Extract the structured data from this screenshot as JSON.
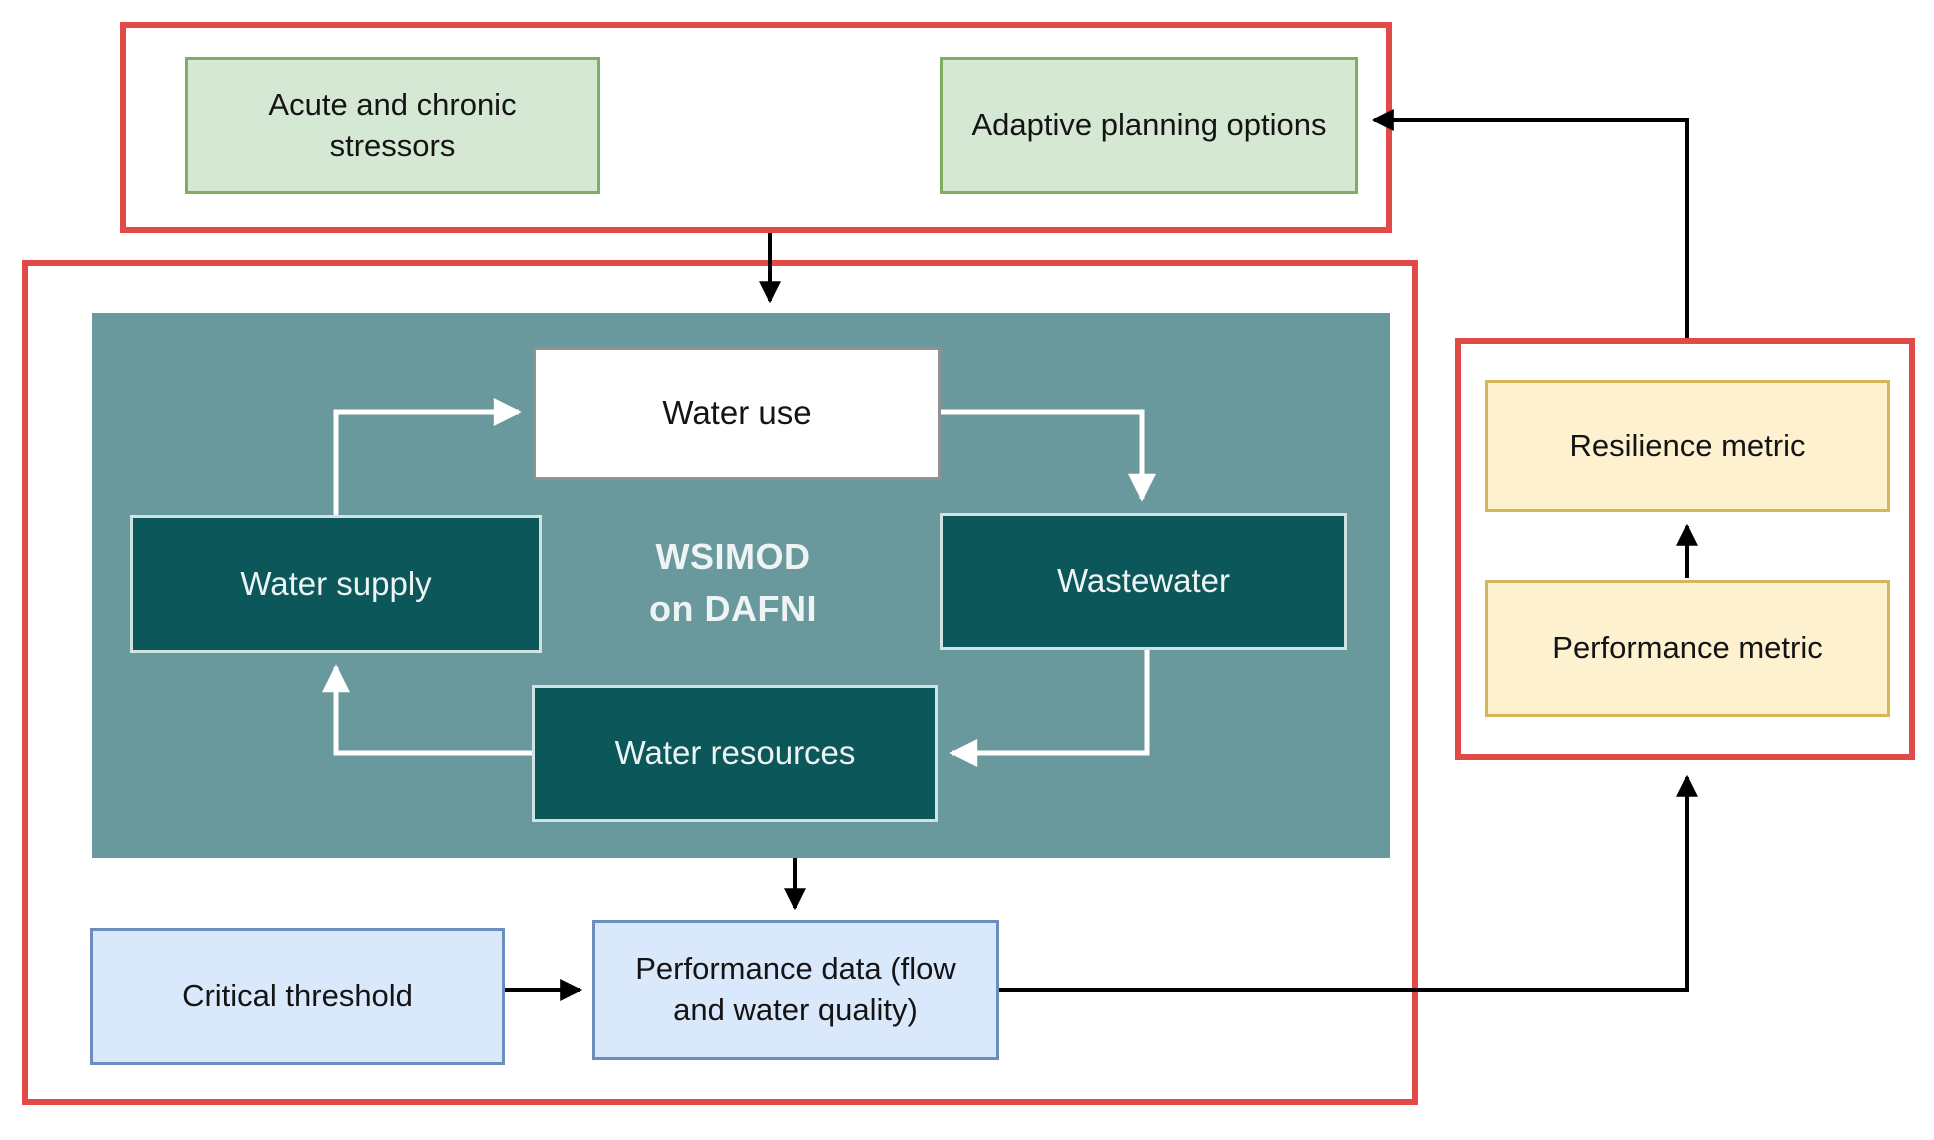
{
  "diagram": {
    "nodes": {
      "acute_stressors": "Acute and chronic stressors",
      "adaptive_planning": "Adaptive planning options",
      "water_use": "Water use",
      "water_supply": "Water supply",
      "wsimod": "WSIMOD\non DAFNI",
      "wastewater": "Wastewater",
      "water_resources": "Water resources",
      "critical_threshold": "Critical threshold",
      "performance_data": "Performance data (flow and water quality)",
      "resilience_metric": "Resilience metric",
      "performance_metric": "Performance metric"
    },
    "colors": {
      "loop_border": "#e24a47",
      "panel_teal": "#69989d",
      "node_dark_teal": "#0b5759",
      "green_fill": "#d5e8d4",
      "green_border": "#7fae62",
      "blue_fill": "#dae8fc",
      "blue_border": "#6c8ebf",
      "yellow_fill": "#fdf1cf",
      "yellow_border": "#d6b656",
      "arrow_black": "#000000",
      "arrow_white": "#ffffff"
    }
  }
}
